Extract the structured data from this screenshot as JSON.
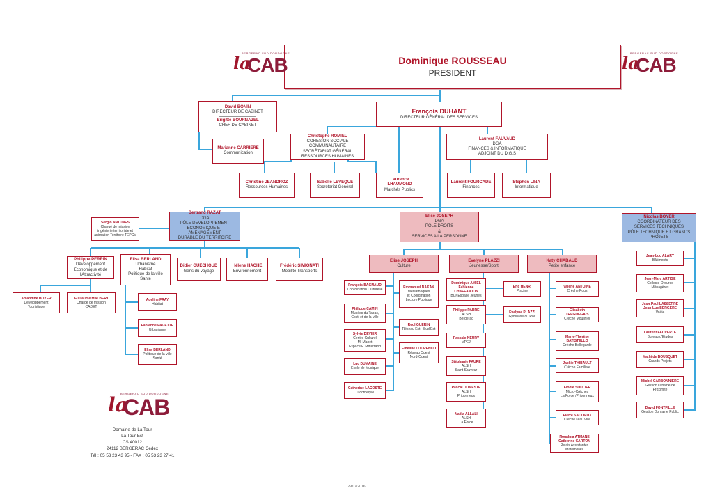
{
  "logo": {
    "tagline": "BERGERAC SUD DORDOGNE",
    "la": "la",
    "cab": "CAB"
  },
  "president": {
    "name": "Dominique ROUSSEAU",
    "role": "PRESIDENT"
  },
  "cabinet": {
    "name1": "David BONIN",
    "role1": "DIRECTEUR DE CABINET",
    "name2": "Brigitte BOURNAZEL",
    "role2": "CHEF DE CABINET"
  },
  "communication": {
    "name": "Marianne CARRIERE",
    "role": "Communication"
  },
  "dgs": {
    "name": "François DUHANT",
    "role": "DIRECTEUR GÉNÉRAL DES SERVICES"
  },
  "romieu": {
    "name": "Christophe ROMIEU",
    "role1": "COHESION SOCIALE COMMUNAUTAIRE",
    "role2": "SECRÉTARIAT GÉNÉRAL",
    "role3": "RESSOURCES HUMAINES"
  },
  "fauvaud": {
    "name": "Laurent FAUVAUD",
    "role1": "DGA",
    "role2": "FINANCES & INFORMATIQUE",
    "role3": "ADJOINT DU D.G.S"
  },
  "jeandroz": {
    "name": "Christine JEANDROZ",
    "role": "Ressources Humaines"
  },
  "leveque": {
    "name": "Isabelle LEVEQUE",
    "role": "Secrétariat Général"
  },
  "lhaumond": {
    "name": "Laurence LHAUMOND",
    "role": "Marchés Publics"
  },
  "fourcade": {
    "name": "Laurent FOURCADE",
    "role": "Finances"
  },
  "lina": {
    "name": "Stephen LINA",
    "role": "Informatique"
  },
  "antunes": {
    "name": "Sergio ANTUNES",
    "role1": "Chargé de mission",
    "role2": "ingénierie territoriale et",
    "role3": "animation Territoire TEPCV"
  },
  "razat": {
    "name": "Bertrand RAZAT",
    "role1": "DGA",
    "role2": "PÔLE DEVELOPPEMENT",
    "role3": "ECONOMIQUE ET AMENAGEMENT",
    "role4": "DURABLE DU TERRITOIRE"
  },
  "ejoseph_dga": {
    "name": "Elise JOSEPH",
    "role1": "DGA",
    "role2": "PÔLE DROITS",
    "role3": "&",
    "role4": "SERVICES A LA PERSONNE"
  },
  "boyer_n": {
    "name": "Nicolas BOYER",
    "role1": "COORDINATEUR DES",
    "role2": "SERVICES TECHNIQUES",
    "role3": "PÔLE TECHNIQUE ET GRANDS PROJETS"
  },
  "perrin": {
    "name": "Philippe PERRIN",
    "role1": "Développement",
    "role2": "Economique et de",
    "role3": "l'Attractivité"
  },
  "berland_e": {
    "name": "Elisa BERLAND",
    "role1": "Urbanisme",
    "role2": "Habitat",
    "role3": "Politique de la ville",
    "role4": "Santé"
  },
  "guechoud": {
    "name": "Didier GUECHOUD",
    "role": "Gens du voyage"
  },
  "hache": {
    "name": "Hélène HACHE",
    "role": "Environnement"
  },
  "simionati": {
    "name": "Frédéric SIMIONATI",
    "role": "Mobilité Transports"
  },
  "boyer_a": {
    "name": "Amandine BOYER",
    "role1": "Développement",
    "role2": "Touristique"
  },
  "malbert": {
    "name": "Guillaume MALBERT",
    "role1": "Chargé de mission",
    "role2": "CADET"
  },
  "fray": {
    "name": "Adeline FRAY",
    "role": "Habitat"
  },
  "fagette": {
    "name": "Fabienne FAGETTE",
    "role": "Urbanisme"
  },
  "berland_s": {
    "name": "Elisa BERLAND",
    "role1": "Politique de la ville",
    "role2": "Santé"
  },
  "culture": {
    "name": "Elise JOSEPH",
    "role": "Culture"
  },
  "jeunesse": {
    "name": "Evelyne PLAZZI",
    "role": "Jeunesse/Sport"
  },
  "petite": {
    "name": "Katy CHABAUD",
    "role": "Petite enfance"
  },
  "bagnaud": {
    "name": "François BAGNAUD",
    "role": "Coordination Culturelle"
  },
  "nakak": {
    "name": "Emmanuel NAKAK",
    "role1": "Médiathèques",
    "role2": "et Coordination",
    "role3": "Lecture Publique"
  },
  "camin": {
    "name": "Philippe CAMIN",
    "role1": "Musées du Tabac,",
    "role2": "Costi et de la ville"
  },
  "guerin": {
    "name": "Reol GUERIN",
    "role": "Réseau Est - Sud Est"
  },
  "devier": {
    "name": "Sylvie DEVIER",
    "role1": "Centre Culturel",
    "role2": "M. Manet",
    "role3": "Espace F. Mitterrand"
  },
  "lourenco": {
    "name": "Emeline LOURENÇO",
    "role1": "Réseau Ouest",
    "role2": "Nord-Ouest"
  },
  "dumaine": {
    "name": "Luc DUMAINE",
    "role": "Ecole de Musique"
  },
  "lacoste": {
    "name": "Catherine LACOSTE",
    "role": "Ludothèque"
  },
  "amiel": {
    "name1": "Dominique AMIEL",
    "name2": "Fabienne",
    "name3": "CHAFFANJON",
    "role": "BIJ/ Espace Jeunes"
  },
  "henri": {
    "name": "Eric HENRI",
    "role": "Piscine"
  },
  "parre": {
    "name": "Philippe PARRE",
    "role1": "ALSH",
    "role2": "Bergerac"
  },
  "plazzi2": {
    "name": "Evelyne PLAZZI",
    "role": "Gymnase du Roc"
  },
  "neury": {
    "name": "Pascale NEURY",
    "role": "VPEJ"
  },
  "faure": {
    "name": "Stéphanie FAURE",
    "role1": "ALSH",
    "role2": "Saint Sauveur"
  },
  "dumeste": {
    "name": "Pascal DUMESTE",
    "role1": "ALSH",
    "role2": "Prigonrieux"
  },
  "allali": {
    "name": "Nadia ALLALI",
    "role1": "ALSH",
    "role2": "La Force"
  },
  "antoine": {
    "name": "Valérie ANTOINE",
    "role": "Crèche Pous"
  },
  "treguegais": {
    "name": "Elisabeth TREGUEGAIS",
    "role": "Crèche Moulinier"
  },
  "batistello": {
    "name1": "Marie-Thérèse",
    "name2": "BATISTELLO",
    "role": "Crèche Bellegarde"
  },
  "thibault": {
    "name": "Jackie THIBAULT",
    "role": "Crèche Familiale"
  },
  "soulier": {
    "name": "Elodie SOULIER",
    "role1": "Micro-Crèches",
    "role2": "La Force /Prigonrieux"
  },
  "saclieux": {
    "name": "Pierre SACLIEUX",
    "role": "Crèche l'eau vive"
  },
  "atmane": {
    "name1": "Noualma ATMANE",
    "name2": "Catherine CARTON",
    "role1": "Relais Assistantes",
    "role2": "Maternelles"
  },
  "alary": {
    "name": "Jean-Luc ALARY",
    "role": "Bâtiments"
  },
  "artige": {
    "name": "Jean-Marc ARTIGE",
    "role1": "Collecte Ordures",
    "role2": "Ménagères"
  },
  "lasserre": {
    "name1": "Jean-Paul LASSERRE",
    "name2": "Jean-Luc BERGERE",
    "role": "Voirie"
  },
  "fauverte": {
    "name": "Laurent FAUVERTE",
    "role": "Bureau d'Etudes"
  },
  "bousquet": {
    "name": "Mathilde BOUSQUET",
    "role": "Grands Projets"
  },
  "carbonniere": {
    "name": "Michel CARBONNIERE",
    "role1": "Gestion Urbaine de",
    "role2": "Proximité"
  },
  "fontfille": {
    "name": "David FONTFILLE",
    "role": "Gestion Domaine Public"
  },
  "address": {
    "line1": "Domaine de La Tour",
    "line2": "La Tour Est",
    "line3": "CS 40012",
    "line4": "24112 BERGERAC Cedex",
    "line5": "Tél : 05 53 23 43 95 - FAX : 05 53 23 27 41"
  },
  "footer": {
    "date": "29/07/2016"
  },
  "colors": {
    "accent": "#b0152a",
    "line": "#3aa6dc",
    "pink_fill": "#eebbbf",
    "blue_fill": "#9cb9e2",
    "logo": "#8d1c3a"
  }
}
